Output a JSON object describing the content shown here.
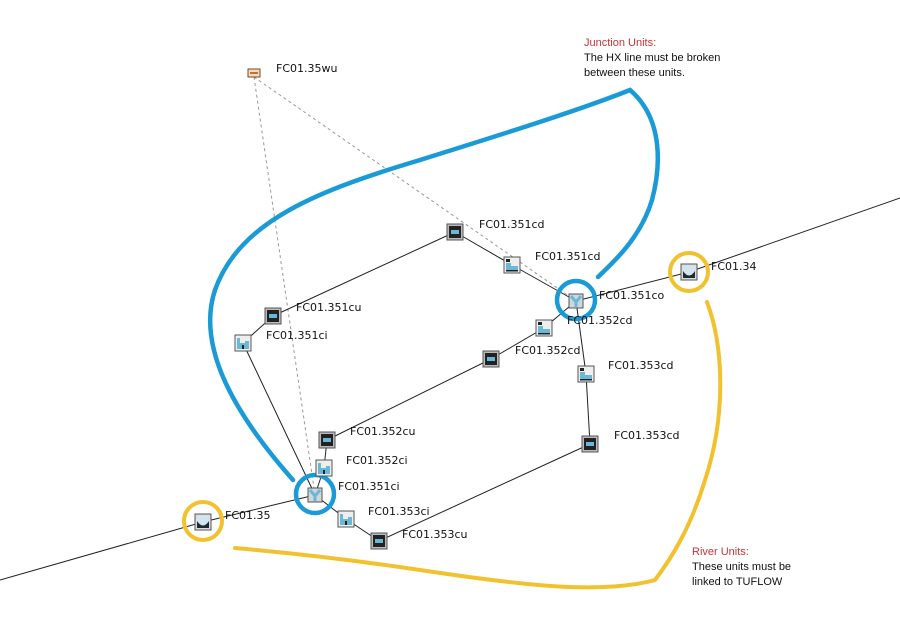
{
  "colors": {
    "junction_annotation": "#1a9ad6",
    "river_annotation": "#f2c12e",
    "note_title": "#c8333a",
    "node_fill": "#6ab8d8"
  },
  "notes": {
    "junction": {
      "title": "Junction Units:",
      "lines": [
        "The HX line must be broken",
        "between these units."
      ]
    },
    "river": {
      "title": "River Units:",
      "lines": [
        "These units must be",
        "linked to TUFLOW"
      ]
    }
  },
  "nodes": [
    {
      "id": "wu",
      "label": "FC01.35wu",
      "type": "weir"
    },
    {
      "id": "c351cd",
      "label": "FC01.351cd",
      "type": "conduit"
    },
    {
      "id": "s351cd",
      "label": "FC01.351cd",
      "type": "section"
    },
    {
      "id": "j351co",
      "label": "FC01.351co",
      "type": "junction"
    },
    {
      "id": "r34",
      "label": "FC01.34",
      "type": "river"
    },
    {
      "id": "s352cd",
      "label": "FC01.352cd",
      "type": "section"
    },
    {
      "id": "c352cd",
      "label": "FC01.352cd",
      "type": "conduit"
    },
    {
      "id": "s353cd",
      "label": "FC01.353cd",
      "type": "section"
    },
    {
      "id": "c353cd",
      "label": "FC01.353cd",
      "type": "conduit"
    },
    {
      "id": "c351cu",
      "label": "FC01.351cu",
      "type": "conduit"
    },
    {
      "id": "i351ci",
      "label": "FC01.351ci",
      "type": "interpolate"
    },
    {
      "id": "c352cu",
      "label": "FC01.352cu",
      "type": "conduit"
    },
    {
      "id": "i352ci",
      "label": "FC01.352ci",
      "type": "interpolate"
    },
    {
      "id": "j351ci",
      "label": "FC01.351ci",
      "type": "junction"
    },
    {
      "id": "r35",
      "label": "FC01.35",
      "type": "river"
    },
    {
      "id": "i353ci",
      "label": "FC01.353ci",
      "type": "interpolate"
    },
    {
      "id": "c353cu",
      "label": "FC01.353cu",
      "type": "conduit"
    }
  ],
  "edges": [
    [
      "j351co",
      "s351cd"
    ],
    [
      "s351cd",
      "c351cd"
    ],
    [
      "c351cd",
      "c351cu"
    ],
    [
      "c351cu",
      "i351ci"
    ],
    [
      "i351ci",
      "j351ci"
    ],
    [
      "j351co",
      "s352cd"
    ],
    [
      "s352cd",
      "c352cd"
    ],
    [
      "c352cd",
      "c352cu"
    ],
    [
      "c352cu",
      "i352ci"
    ],
    [
      "i352ci",
      "j351ci"
    ],
    [
      "j351co",
      "s353cd"
    ],
    [
      "s353cd",
      "c353cd"
    ],
    [
      "c353cd",
      "c353cu"
    ],
    [
      "c353cu",
      "i353ci"
    ],
    [
      "i353ci",
      "j351ci"
    ],
    [
      "j351co",
      "r34"
    ],
    [
      "r35",
      "j351ci"
    ]
  ],
  "dashed_edges": [
    [
      "wu",
      "j351ci"
    ],
    [
      "wu",
      "j351co"
    ]
  ]
}
